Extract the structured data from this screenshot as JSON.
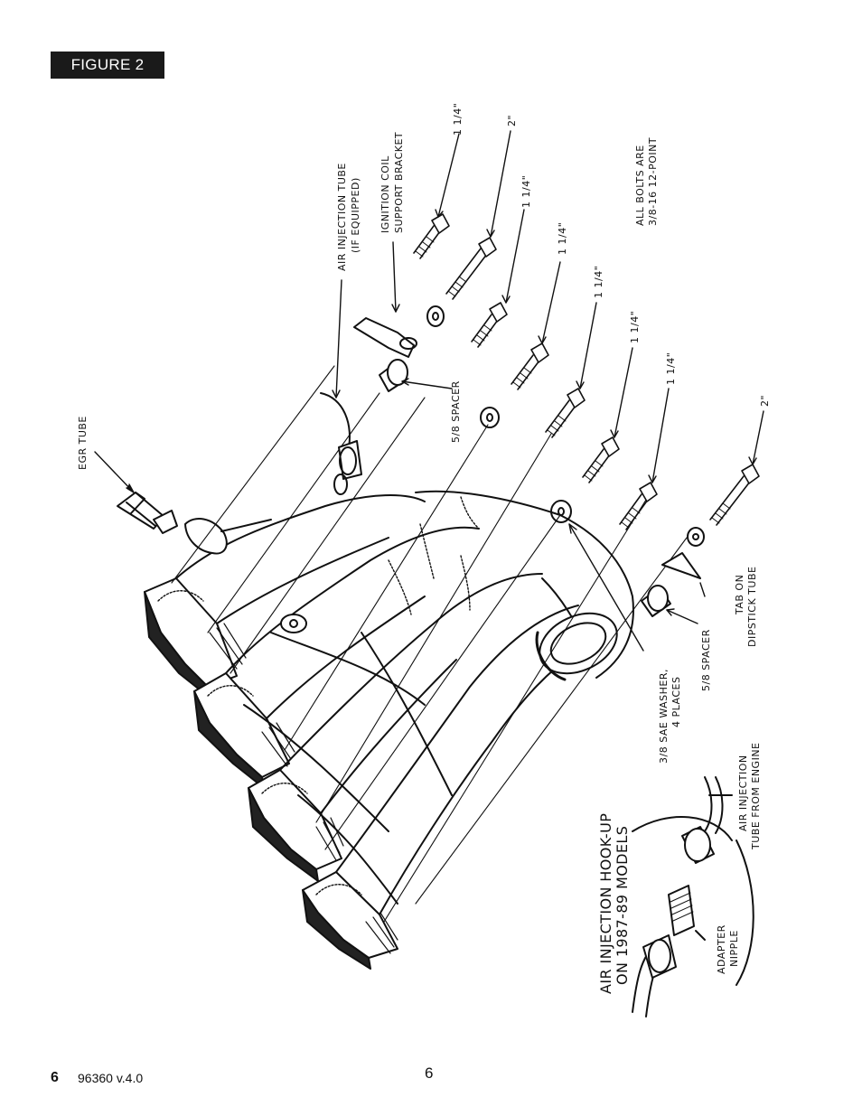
{
  "figure_label": "FIGURE 2",
  "callouts": {
    "egr_tube": "EGR TUBE",
    "air_injection_tube_1": "AIR INJECTION TUBE",
    "air_injection_tube_2": "(IF EQUIPPED)",
    "ignition_coil_1": "IGNITION COIL",
    "ignition_coil_2": "SUPPORT BRACKET",
    "spacer_top": "5/8 SPACER",
    "spacer_bottom": "5/8 SPACER",
    "washer_1": "3/8 SAE WASHER,",
    "washer_2": "4 PLACES",
    "tab_1": "TAB ON",
    "tab_2": "DIPSTICK TUBE",
    "bolts_note_1": "ALL BOLTS ARE",
    "bolts_note_2": "3/8-16 12-POINT",
    "bolt_1": "1 1/4\"",
    "bolt_2": "2\"",
    "bolt_3": "1 1/4\"",
    "bolt_4": "1 1/4\"",
    "bolt_5": "1 1/4\"",
    "bolt_6": "1 1/4\"",
    "bolt_7": "1 1/4\"",
    "bolt_8": "2\"",
    "hookup_1": "AIR INJECTION HOOK-UP",
    "hookup_2": "ON 1987-89 MODELS",
    "adapter_1": "ADAPTER",
    "adapter_2": "NIPPLE",
    "air_tube_engine_1": "AIR INJECTION",
    "air_tube_engine_2": "TUBE FROM ENGINE"
  },
  "footer": {
    "page_bold": "6",
    "doc_id": "96360 v.4.0",
    "page_center": "6"
  }
}
